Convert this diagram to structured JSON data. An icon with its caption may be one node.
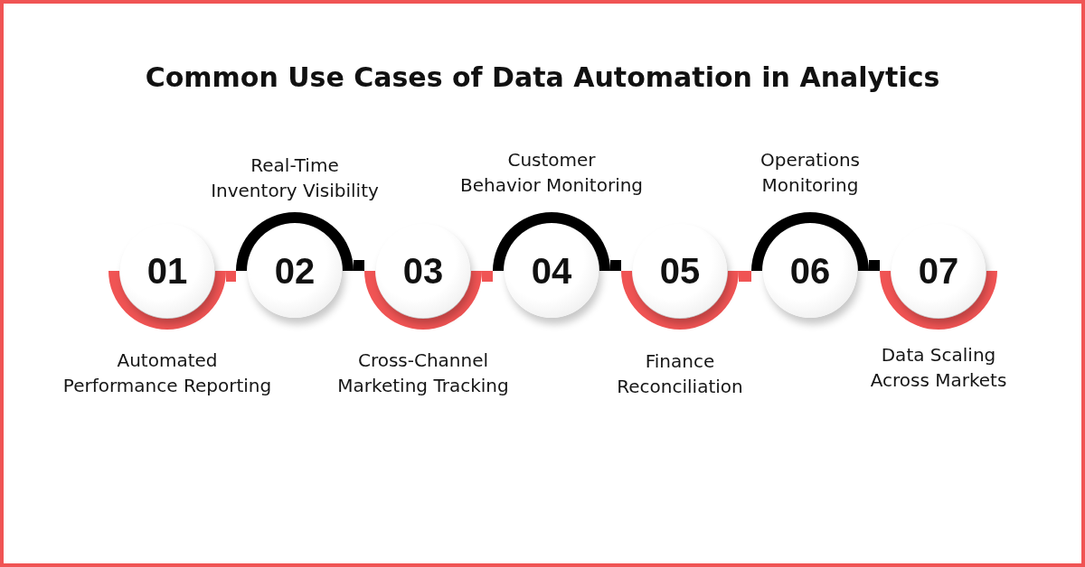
{
  "diagram": {
    "title": "Common Use Cases of Data Automation in Analytics",
    "nodes": [
      {
        "text": [
          "01"
        ],
        "beside": [
          "Automated Performance Reporting"
        ]
      },
      {
        "text": [
          "02"
        ],
        "beside": [
          "Real-Time Inventory Visibility"
        ]
      },
      {
        "text": [
          "03"
        ],
        "beside": [
          "Cross-Channel Marketing Tracking"
        ]
      },
      {
        "text": [
          "04"
        ],
        "beside": [
          "Customer Behavior Monitoring"
        ]
      },
      {
        "text": [
          "05"
        ],
        "beside": [
          "Finance Reconciliation"
        ]
      },
      {
        "text": [
          "06"
        ],
        "beside": [
          "Operations Monitoring"
        ]
      },
      {
        "text": [
          "07"
        ],
        "beside": [
          "Data Scaling Across Markets"
        ]
      }
    ],
    "edges": [
      {
        "from": 0,
        "to": 1,
        "arrow": "none",
        "color": "#f05454"
      },
      {
        "from": 1,
        "to": 2,
        "arrow": "none",
        "color": "#000000"
      },
      {
        "from": 2,
        "to": 3,
        "arrow": "none",
        "color": "#f05454"
      },
      {
        "from": 3,
        "to": 4,
        "arrow": "none",
        "color": "#000000"
      },
      {
        "from": 4,
        "to": 5,
        "arrow": "none",
        "color": "#f05454"
      },
      {
        "from": 5,
        "to": 6,
        "arrow": "none",
        "color": "#000000"
      }
    ]
  }
}
